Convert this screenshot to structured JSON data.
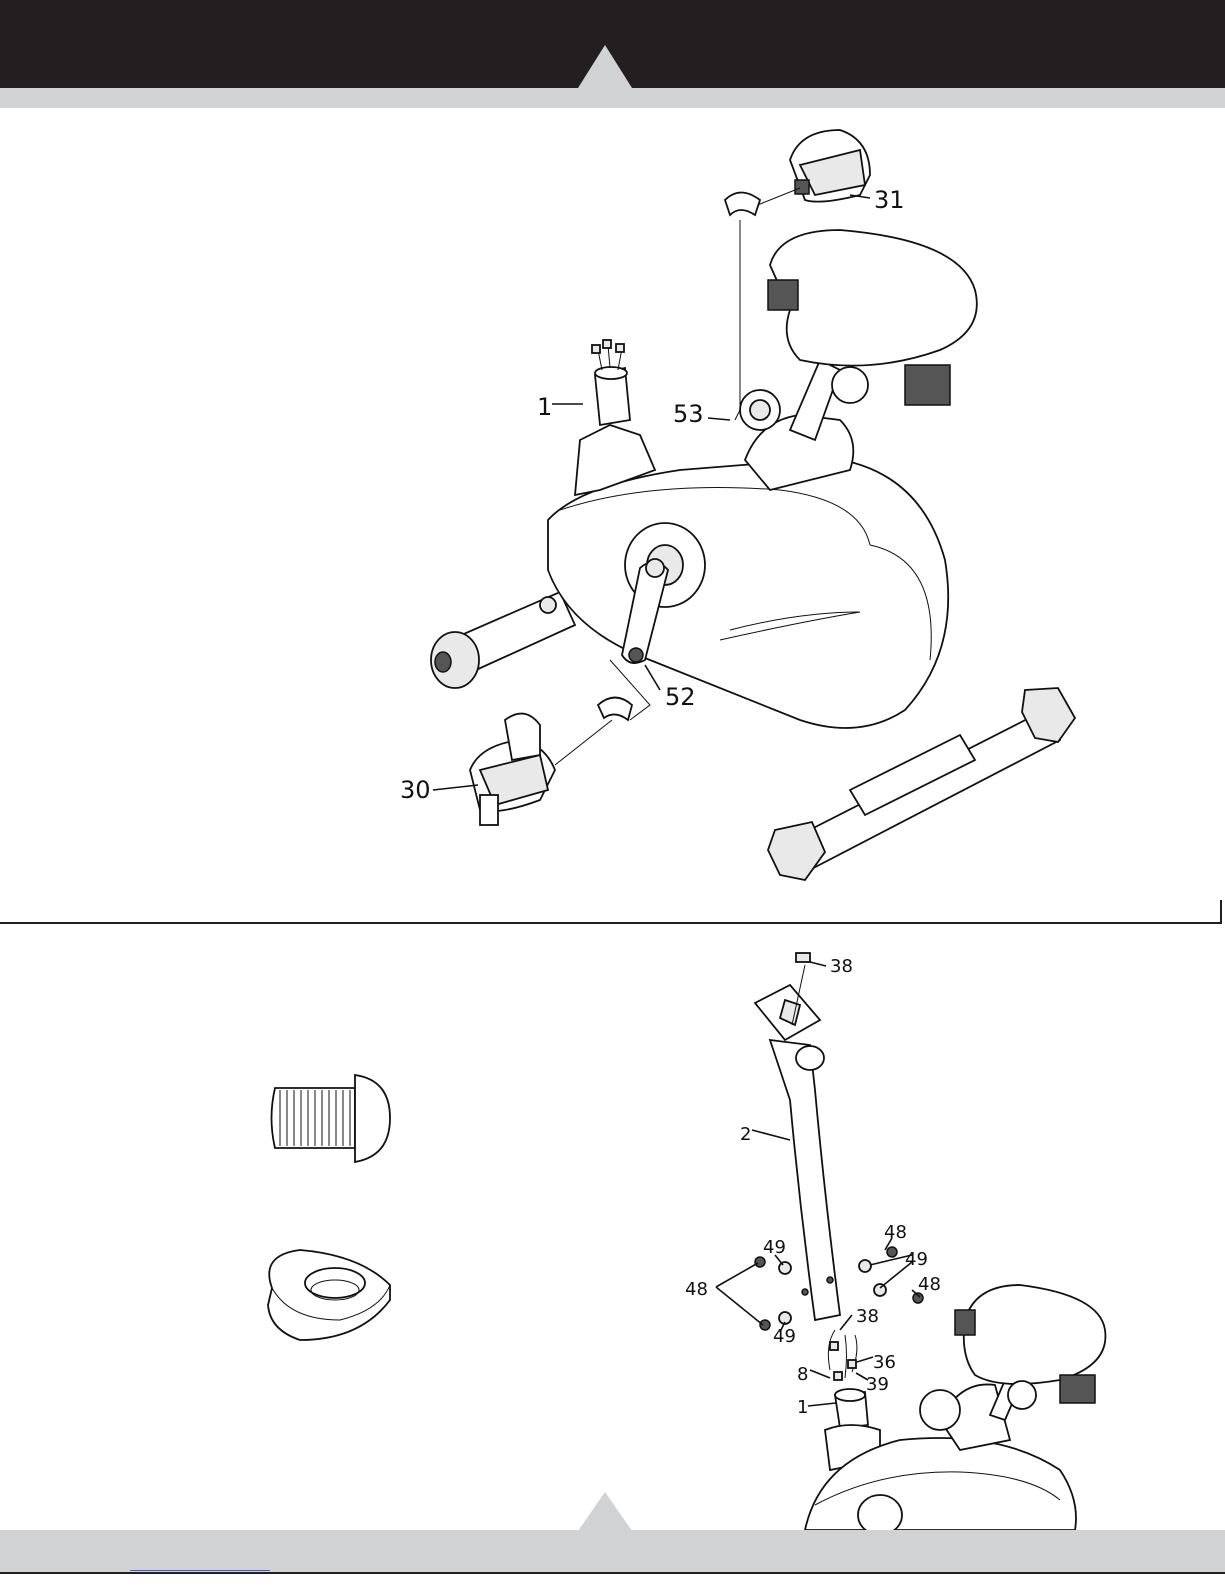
{
  "header": {
    "notch": "triangle-up"
  },
  "step1_diagram": {
    "callouts": {
      "seat_post_tube": "1",
      "right_pedal": "31",
      "right_crank_cap": "53",
      "left_crank": "52",
      "left_pedal": "30"
    }
  },
  "hardware_illustrations": {
    "bolt_icon": "bolt",
    "washer_icon": "curved-washer"
  },
  "step2_diagram": {
    "callouts": {
      "cable_top": "38",
      "upright_post": "2",
      "bolt_upper_right": "48",
      "washer_upper_left": "49",
      "washer_right": "49",
      "bolt_left": "48",
      "bolt_right": "48",
      "washer_lower_left": "49",
      "cable_lower": "38",
      "connector_36": "36",
      "wire_8": "8",
      "wire_39": "39",
      "main_frame": "1"
    }
  },
  "footer": {
    "notch": "triangle-up"
  }
}
